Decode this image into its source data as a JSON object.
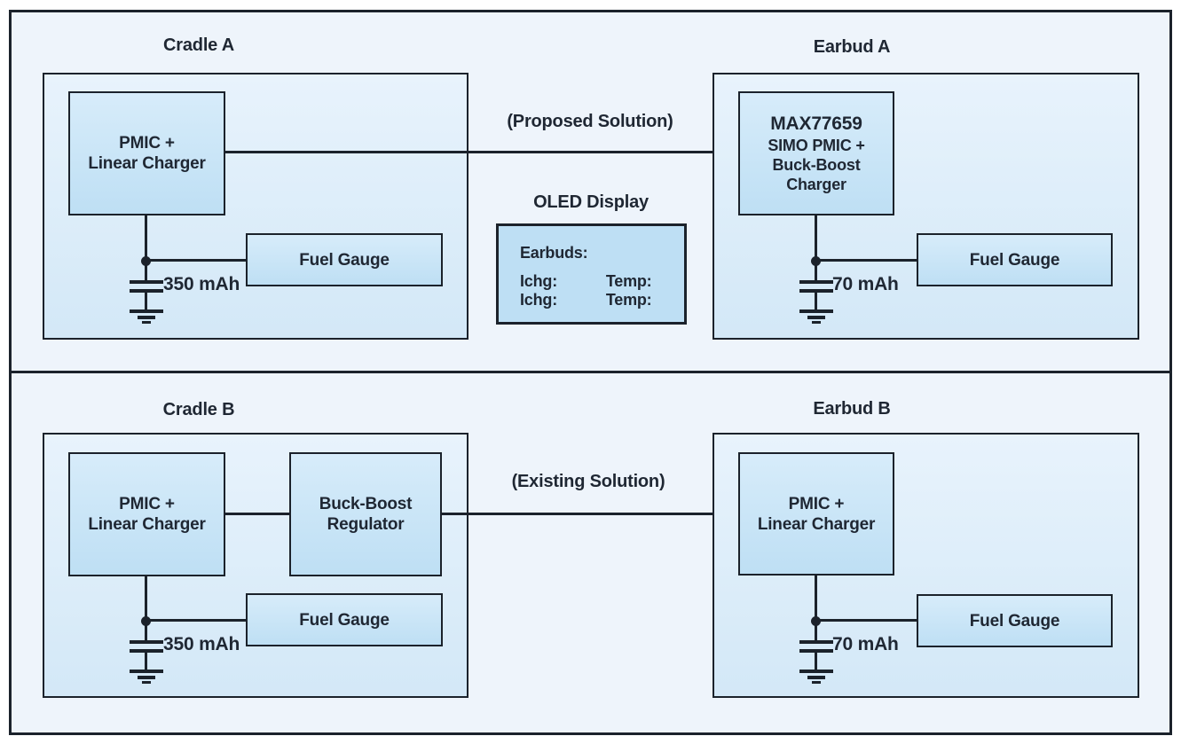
{
  "colors": {
    "page-bg": "#ffffff",
    "panel-bg": "#eef4fb",
    "container-bg-top": "#e8f3fc",
    "container-bg-bottom": "#d3e8f7",
    "block-bg-top": "#d7ecfa",
    "block-bg-bottom": "#bedff4",
    "oled-bg": "#bedff4",
    "line": "#1b222b",
    "text": "#1f2733"
  },
  "top_panel": {
    "cradle": {
      "title": "Cradle A",
      "pmic_line1": "PMIC +",
      "pmic_line2": "Linear Charger",
      "fuel_gauge": "Fuel Gauge",
      "battery_label": "350 mAh"
    },
    "solution_note": "(Proposed Solution)",
    "oled": {
      "title": "OLED Display",
      "header": "Earbuds:",
      "rows": [
        {
          "left": "Ichg:",
          "right": "Temp:"
        },
        {
          "left": "Ichg:",
          "right": "Temp:"
        }
      ]
    },
    "earbud": {
      "title": "Earbud A",
      "chip_line1": "MAX77659",
      "chip_line2": "SIMO PMIC +",
      "chip_line3": "Buck-Boost",
      "chip_line4": "Charger",
      "fuel_gauge": "Fuel Gauge",
      "battery_label": "70 mAh"
    }
  },
  "bottom_panel": {
    "cradle": {
      "title": "Cradle B",
      "pmic_line1": "PMIC +",
      "pmic_line2": "Linear Charger",
      "regulator_line1": "Buck-Boost",
      "regulator_line2": "Regulator",
      "fuel_gauge": "Fuel Gauge",
      "battery_label": "350 mAh"
    },
    "solution_note": "(Existing Solution)",
    "earbud": {
      "title": "Earbud B",
      "pmic_line1": "PMIC +",
      "pmic_line2": "Linear Charger",
      "fuel_gauge": "Fuel Gauge",
      "battery_label": "70 mAh"
    }
  }
}
